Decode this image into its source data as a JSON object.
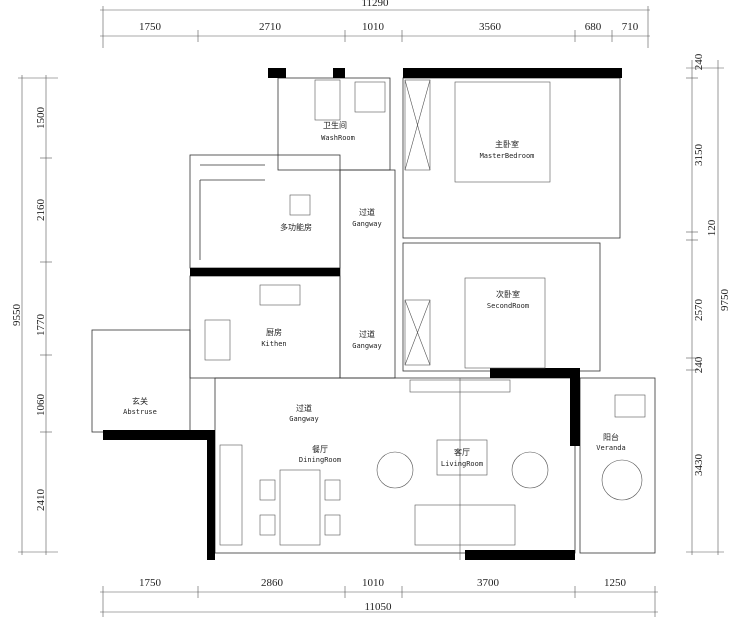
{
  "dimensions": {
    "top_total": "11290",
    "top": [
      "1750",
      "2710",
      "1010",
      "3560",
      "680",
      "710"
    ],
    "bottom": [
      "1750",
      "2860",
      "1010",
      "3700",
      "1250"
    ],
    "bottom_total": "11050",
    "left": [
      "1500",
      "2160",
      "1770",
      "1060",
      "2410"
    ],
    "left_total": "9550",
    "right": [
      "240",
      "3150",
      "120",
      "2570",
      "240",
      "3430"
    ],
    "right_total": "9750"
  },
  "rooms": {
    "washroom": {
      "cn": "卫生间",
      "en": "WashRoom"
    },
    "master": {
      "cn": "主卧室",
      "en": "MasterBedroom"
    },
    "multi": {
      "cn": "多功能房"
    },
    "gangway1": {
      "cn": "过道",
      "en": "Gangway"
    },
    "gangway2": {
      "cn": "过道",
      "en": "Gangway"
    },
    "second": {
      "cn": "次卧室",
      "en": "SecondRoom"
    },
    "kitchen": {
      "cn": "厨房",
      "en": "Kithen"
    },
    "entry": {
      "cn": "玄关",
      "en": "Abstruse"
    },
    "gangway3": {
      "cn": "过道",
      "en": "Gangway"
    },
    "dining": {
      "cn": "餐厅",
      "en": "DiningRoom"
    },
    "living": {
      "cn": "客厅",
      "en": "LivingRoom"
    },
    "veranda": {
      "cn": "阳台",
      "en": "Veranda"
    }
  }
}
